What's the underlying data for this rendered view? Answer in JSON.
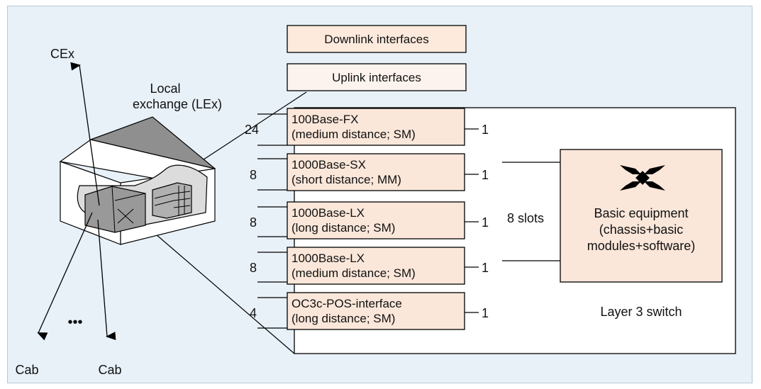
{
  "legend": {
    "downlink_label": "Downlink interfaces",
    "uplink_label": "Uplink interfaces",
    "downlink_color": "#fdeadd",
    "uplink_color": "#fdf3ee"
  },
  "building": {
    "title_line1": "Local",
    "title_line2": "exchange (LEx)",
    "cex_label": "CEx",
    "cab_left": "Cab",
    "cab_right": "Cab",
    "dots": "•••"
  },
  "interfaces": [
    {
      "line1": "100Base-FX",
      "line2": "(medium distance; SM)",
      "count": "24",
      "slots": "1"
    },
    {
      "line1": "1000Base-SX",
      "line2": "(short distance; MM)",
      "count": "8",
      "slots": "1"
    },
    {
      "line1": "1000Base-LX",
      "line2": "(long distance; SM)",
      "count": "8",
      "slots": "1"
    },
    {
      "line1": "1000Base-LX",
      "line2": "(medium distance; SM)",
      "count": "8",
      "slots": "1"
    },
    {
      "line1": "OC3c-POS-interface",
      "line2": "(long distance; SM)",
      "count": "4",
      "slots": "1"
    }
  ],
  "switch": {
    "slots_label": "8 slots",
    "basic_line1": "Basic equipment",
    "basic_line2": "(chassis+basic",
    "basic_line3": "modules+software)",
    "caption": "Layer 3 switch",
    "box_color": "#fbe7da"
  }
}
